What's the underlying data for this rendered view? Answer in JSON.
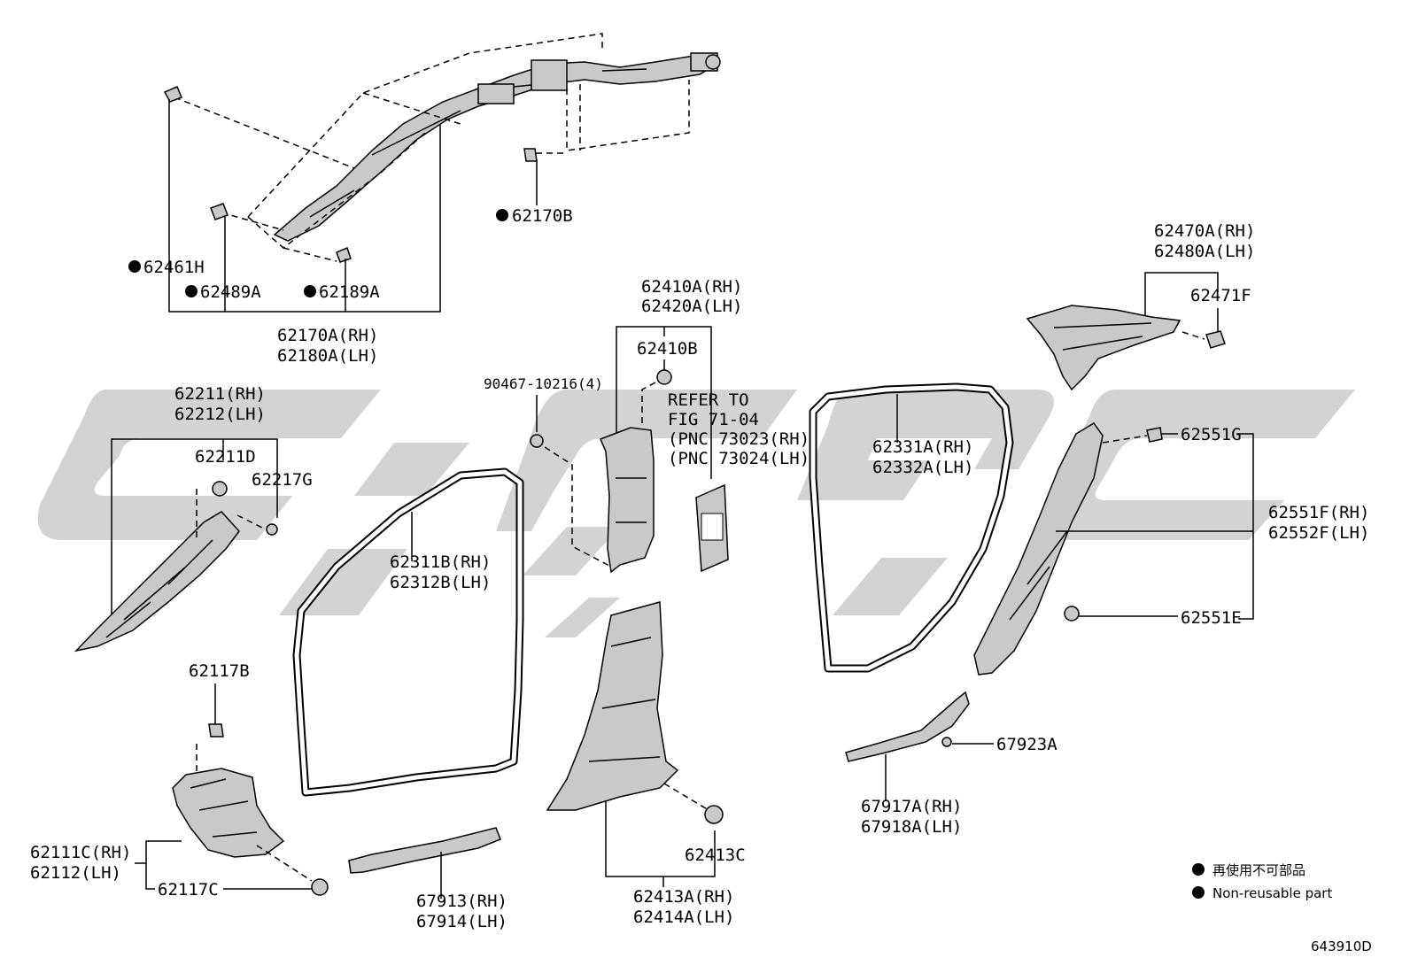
{
  "diagram_id": "643910D",
  "legend": {
    "line1": "再使用不可部品",
    "line2": "Non-reusable part"
  },
  "refer": {
    "line1": "REFER TO",
    "line2": "FIG 71-04",
    "line3": "(PNC 73023(RH))",
    "line4": "(PNC 73024(LH))"
  },
  "labels": {
    "p62170B": "62170B",
    "p62461H": "62461H",
    "p62489A": "62489A",
    "p62189A": "62189A",
    "p62170A": "62170A(RH)",
    "p62180A": "62180A(LH)",
    "p62211": "62211(RH)",
    "p62212": "62212(LH)",
    "p62211D": "62211D",
    "p62217G": "62217G",
    "p62117B": "62117B",
    "p62111C": "62111C(RH)",
    "p62112": "62112(LH)",
    "p62117C": "62117C",
    "p62311B": "62311B(RH)",
    "p62312B": "62312B(LH)",
    "p67913": "67913(RH)",
    "p67914": "67914(LH)",
    "p90467": "90467-10216(4)",
    "p62410A": "62410A(RH)",
    "p62420A": "62420A(LH)",
    "p62410B": "62410B",
    "p62413C": "62413C",
    "p62413A": "62413A(RH)",
    "p62414A": "62414A(LH)",
    "p62331A": "62331A(RH)",
    "p62332A": "62332A(LH)",
    "p62470A": "62470A(RH)",
    "p62480A": "62480A(LH)",
    "p62471F": "62471F",
    "p62551G": "62551G",
    "p62551F": "62551F(RH)",
    "p62552F": "62552F(LH)",
    "p62551E": "62551E",
    "p67923A": "67923A",
    "p67917A": "67917A(RH)",
    "p67918A": "67918A(LH)"
  }
}
